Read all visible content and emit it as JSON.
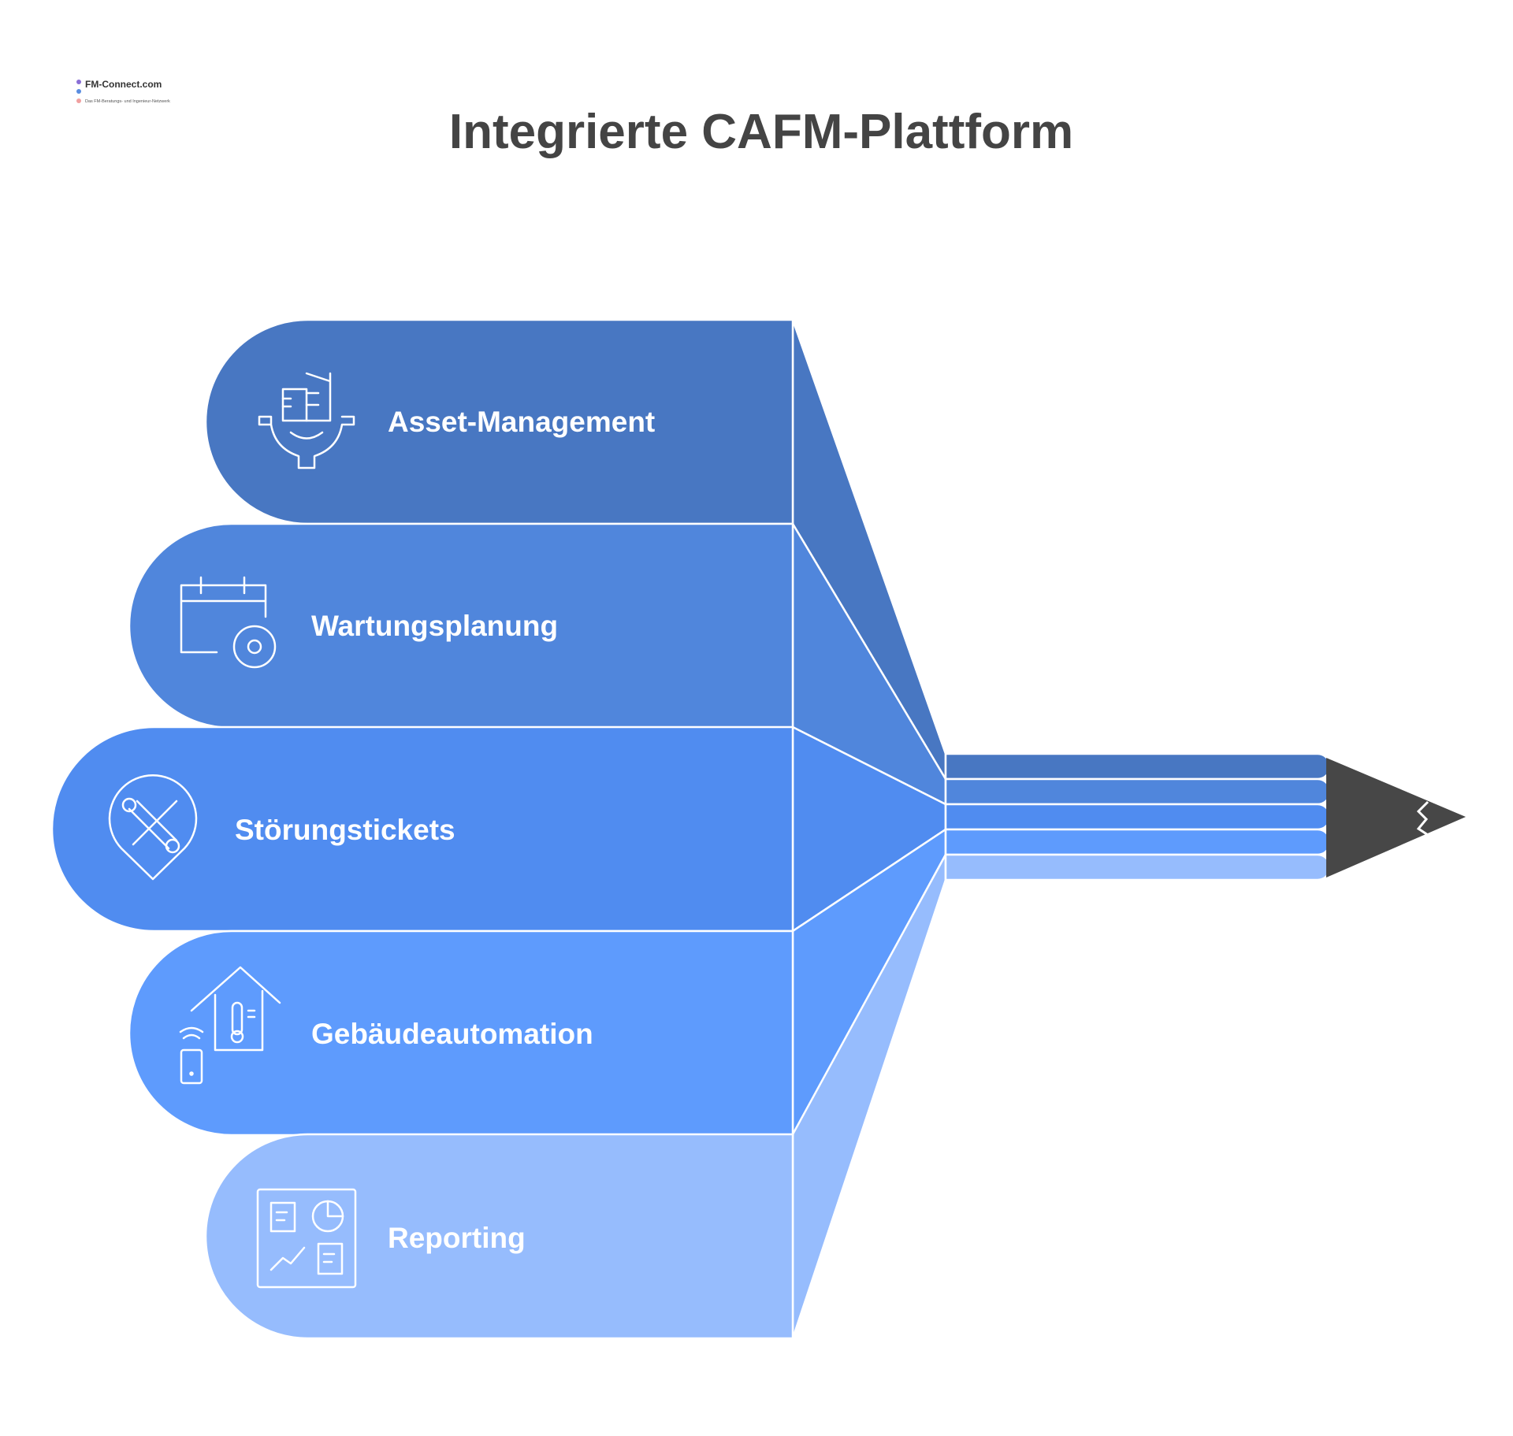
{
  "title": "Integrierte CAFM-Plattform",
  "logo": {
    "text": "FM-Connect.com",
    "subtext": "Das FM-Beratungs- und Ingenieur-Netzwerk"
  },
  "items": [
    {
      "label": "Asset-Management",
      "icon": "building-gear-icon",
      "color": "#4877c2"
    },
    {
      "label": "Wartungsplanung",
      "icon": "calendar-gear-icon",
      "color": "#5086dc"
    },
    {
      "label": "Störungstickets",
      "icon": "tools-pin-icon",
      "color": "#508cf0"
    },
    {
      "label": "Gebäudeautomation",
      "icon": "smart-home-thermometer-icon",
      "color": "#5e9bfd"
    },
    {
      "label": "Reporting",
      "icon": "dashboard-report-icon",
      "color": "#96bcfd"
    }
  ],
  "pencil_tip_color": "#474747"
}
